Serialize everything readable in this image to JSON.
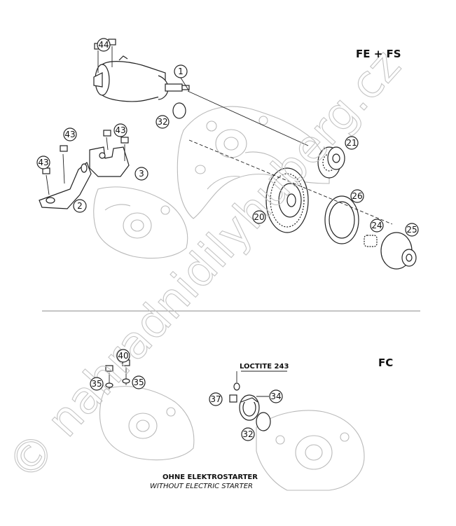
{
  "variants": {
    "top": "FE + FS",
    "bottom": "FC"
  },
  "annotations": {
    "loctite": "LOCTITE 243",
    "caption_de": "OHNE ELEKTROSTARTER",
    "caption_en": "WITHOUT ELECTRIC STARTER"
  },
  "watermark": "© nahradnidilyhuberg.cz",
  "part_numbers": {
    "p44": "44",
    "p1": "1",
    "p32a": "32",
    "p43a": "43",
    "p43b": "43",
    "p43c": "43",
    "p3": "3",
    "p2": "2",
    "p21": "21",
    "p26": "26",
    "p20": "20",
    "p24": "24",
    "p25": "25",
    "p40": "40",
    "p35a": "35",
    "p35b": "35",
    "p37": "37",
    "p34": "34",
    "p32b": "32"
  }
}
